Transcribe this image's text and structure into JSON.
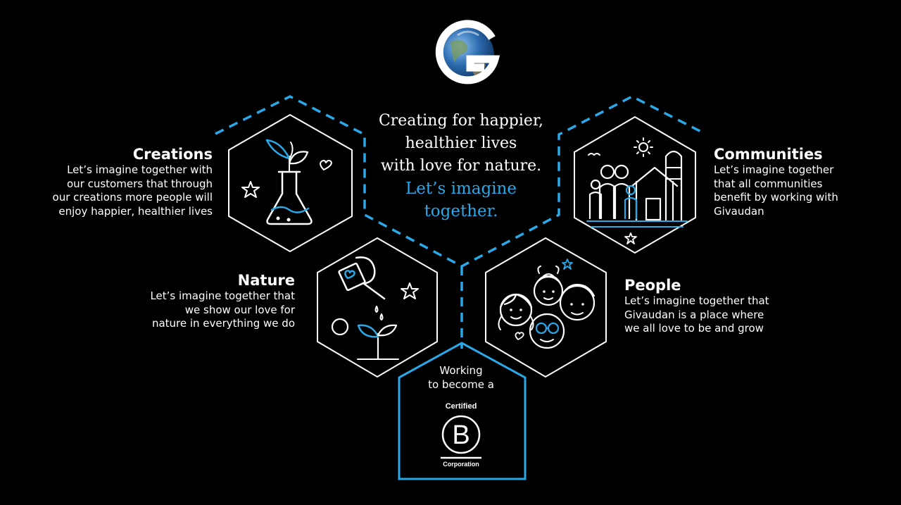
{
  "center": {
    "line1": "Creating for happier,",
    "line2": "healthier lives",
    "line3": "with love for nature.",
    "line4": "Let’s imagine",
    "line5": "together."
  },
  "creations": {
    "title": "Creations",
    "lines": [
      "Let’s imagine together with",
      "our customers that through",
      "our creations more people will",
      "enjoy happier, healthier lives"
    ]
  },
  "nature": {
    "title": "Nature",
    "lines": [
      "Let’s imagine together that",
      "we show our love for",
      "nature in everything we do"
    ]
  },
  "communities": {
    "title": "Communities",
    "lines": [
      "Let’s imagine together",
      "that all communities",
      "benefit by working with",
      "Givaudan"
    ]
  },
  "people": {
    "title": "People",
    "lines": [
      "Let’s imagine together that",
      "Givaudan is a place where",
      "we all love to be and grow"
    ]
  },
  "bcorp": {
    "line1": "Working",
    "line2": "to become a",
    "certified": "Certified",
    "letter": "B",
    "corporation": "Corporation"
  },
  "colors": {
    "accent": "#2aa8e8",
    "background": "#000000",
    "foreground": "#ffffff"
  },
  "icons": [
    "globe-logo-icon",
    "flask-icon",
    "watering-can-icon",
    "family-farm-icon",
    "people-faces-icon",
    "b-corp-icon"
  ]
}
